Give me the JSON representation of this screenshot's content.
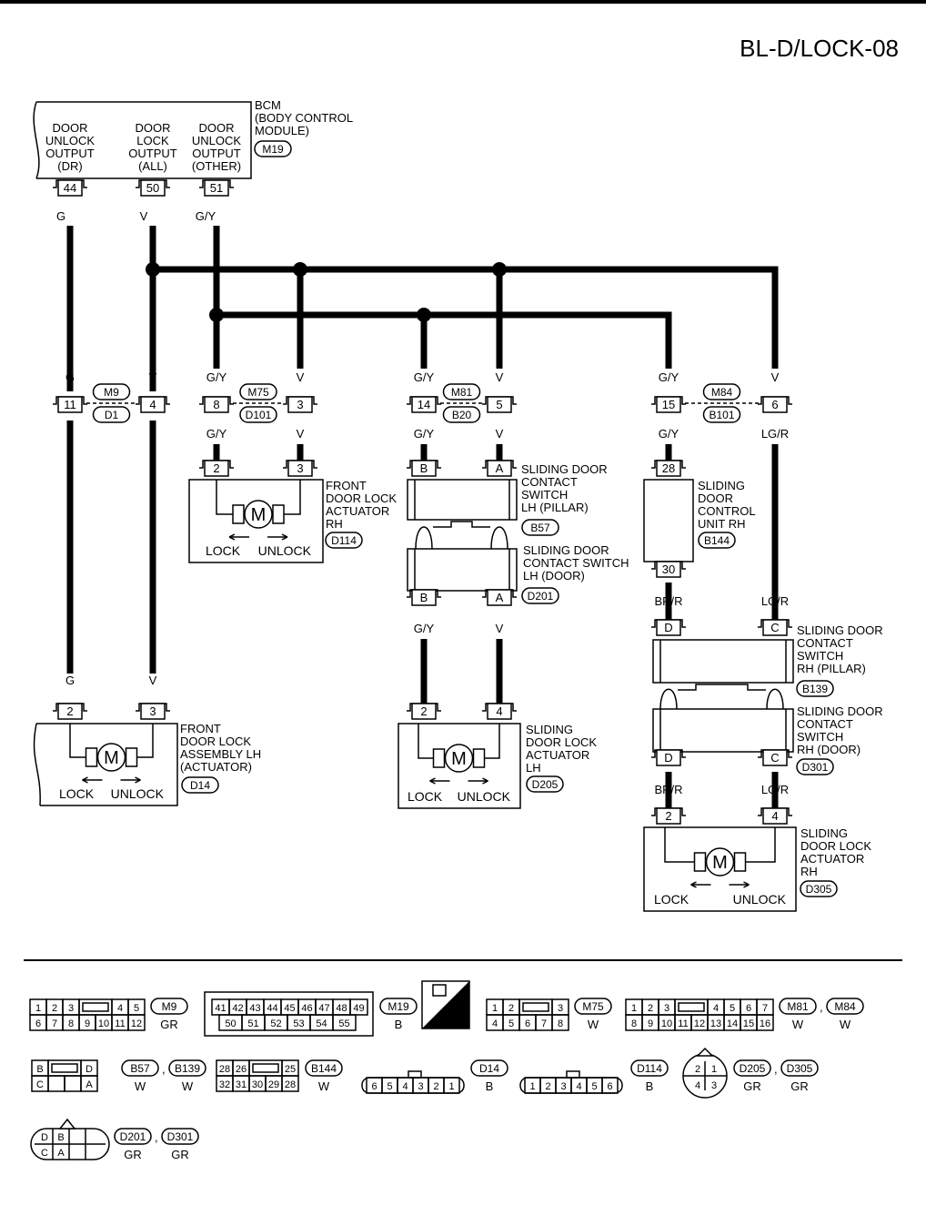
{
  "page": {
    "code": "BL-D/LOCK-08"
  },
  "bcm": {
    "title": [
      "BCM",
      "(BODY CONTROL",
      "MODULE)"
    ],
    "connector": "M19",
    "outputs": [
      {
        "lines": [
          "DOOR",
          "UNLOCK",
          "OUTPUT",
          "(DR)"
        ],
        "pin": "44",
        "color": "G"
      },
      {
        "lines": [
          "DOOR",
          "LOCK",
          "OUTPUT",
          "(ALL)"
        ],
        "pin": "50",
        "color": "V"
      },
      {
        "lines": [
          "DOOR",
          "UNLOCK",
          "OUTPUT",
          "(OTHER)"
        ],
        "pin": "51",
        "color": "G/Y"
      }
    ]
  },
  "joints": [
    {
      "top": "M9",
      "bottom": "D1",
      "pins": [
        "11",
        "4"
      ],
      "colors_in": [
        "G",
        "V"
      ]
    },
    {
      "top": "M75",
      "bottom": "D101",
      "pins": [
        "8",
        "3"
      ],
      "colors_in": [
        "G/Y",
        "V"
      ],
      "colors_out": [
        "G/Y",
        "V"
      ]
    },
    {
      "top": "M81",
      "bottom": "B20",
      "pins": [
        "14",
        "5"
      ],
      "colors_in": [
        "G/Y",
        "V"
      ],
      "colors_out": [
        "G/Y",
        "V"
      ]
    },
    {
      "top": "M84",
      "bottom": "B101",
      "pins": [
        "15",
        "6"
      ],
      "colors_in": [
        "G/Y",
        "V"
      ],
      "colors_out": [
        "G/Y",
        "LG/R"
      ]
    }
  ],
  "front_rh": {
    "pins": [
      "2",
      "3"
    ],
    "label": [
      "FRONT",
      "DOOR LOCK",
      "ACTUATOR",
      "RH"
    ],
    "connector": "D114",
    "lock": "LOCK",
    "unlock": "UNLOCK",
    "motor": "M"
  },
  "sw_lh_pillar": {
    "pins": [
      "B",
      "A"
    ],
    "label": [
      "SLIDING DOOR",
      "CONTACT",
      "SWITCH",
      "LH (PILLAR)"
    ],
    "connector": "B57"
  },
  "sw_lh_door": {
    "pins": [
      "B",
      "A"
    ],
    "label": [
      "SLIDING DOOR",
      "CONTACT SWITCH",
      "LH (DOOR)"
    ],
    "connector": "D201",
    "colors_out": [
      "G/Y",
      "V"
    ]
  },
  "ctrl_rh": {
    "pins": [
      "28",
      "30"
    ],
    "label": [
      "SLIDING",
      "DOOR",
      "CONTROL",
      "UNIT RH"
    ],
    "connector": "B144",
    "colors": [
      "BR/R",
      "LG/R"
    ]
  },
  "sw_rh_pillar": {
    "pins": [
      "D",
      "C"
    ],
    "label": [
      "SLIDING DOOR",
      "CONTACT",
      "SWITCH",
      "RH (PILLAR)"
    ],
    "connector": "B139"
  },
  "sw_rh_door": {
    "pins": [
      "D",
      "C"
    ],
    "label": [
      "SLIDING DOOR",
      "CONTACT",
      "SWITCH",
      "RH (DOOR)"
    ],
    "connector": "D301",
    "colors_out": [
      "BR/R",
      "LG/R"
    ]
  },
  "front_lh": {
    "pins": [
      "2",
      "3"
    ],
    "colors": [
      "G",
      "V"
    ],
    "label": [
      "FRONT",
      "DOOR LOCK",
      "ASSEMBLY LH",
      "(ACTUATOR)"
    ],
    "connector": "D14",
    "lock": "LOCK",
    "unlock": "UNLOCK",
    "motor": "M"
  },
  "slide_lh": {
    "pins": [
      "2",
      "4"
    ],
    "label": [
      "SLIDING",
      "DOOR LOCK",
      "ACTUATOR",
      "LH"
    ],
    "connector": "D205",
    "lock": "LOCK",
    "unlock": "UNLOCK",
    "motor": "M"
  },
  "slide_rh": {
    "pins": [
      "2",
      "4"
    ],
    "label": [
      "SLIDING",
      "DOOR LOCK",
      "ACTUATOR",
      "RH"
    ],
    "connector": "D305",
    "lock": "LOCK",
    "unlock": "UNLOCK",
    "motor": "M"
  },
  "legend": {
    "m9": {
      "row1": [
        "1",
        "2",
        "3",
        "",
        "4",
        "5"
      ],
      "row2": [
        "6",
        "7",
        "8",
        "9",
        "10",
        "11",
        "12"
      ],
      "ids": [
        "M9"
      ],
      "colors": [
        "GR"
      ]
    },
    "m19": {
      "row1": [
        "41",
        "42",
        "43",
        "44",
        "45",
        "46",
        "47",
        "48",
        "49"
      ],
      "row2": [
        "50",
        "51",
        "52",
        "53",
        "54",
        "55"
      ],
      "ids": [
        "M19"
      ],
      "colors": [
        "B"
      ],
      "hs": "H.S."
    },
    "m75": {
      "row1": [
        "1",
        "2",
        "",
        "3"
      ],
      "row2": [
        "4",
        "5",
        "6",
        "7",
        "8"
      ],
      "ids": [
        "M75"
      ],
      "colors": [
        "W"
      ]
    },
    "m81": {
      "row1": [
        "1",
        "2",
        "3",
        "",
        "4",
        "5",
        "6",
        "7"
      ],
      "row2": [
        "8",
        "9",
        "10",
        "11",
        "12",
        "13",
        "14",
        "15",
        "16"
      ],
      "ids": [
        "M81",
        "M84"
      ],
      "colors": [
        "W",
        "W"
      ]
    },
    "b57": {
      "row1": [
        "B",
        "",
        "D"
      ],
      "row2": [
        "C",
        "",
        "",
        "A"
      ],
      "ids": [
        "B57",
        "B139"
      ],
      "colors": [
        "W",
        "W"
      ]
    },
    "b144": {
      "row1": [
        "28",
        "26",
        "",
        "25"
      ],
      "row2": [
        "32",
        "31",
        "30",
        "29",
        "28"
      ],
      "ids": [
        "B144"
      ],
      "colors": [
        "W"
      ]
    },
    "d14": {
      "row": [
        "6",
        "5",
        "4",
        "3",
        "2",
        "1"
      ],
      "ids": [
        "D14"
      ],
      "colors": [
        "B"
      ]
    },
    "d114": {
      "row": [
        "1",
        "2",
        "3",
        "4",
        "5",
        "6"
      ],
      "ids": [
        "D114"
      ],
      "colors": [
        "B"
      ]
    },
    "d205": {
      "top": [
        "2",
        "1"
      ],
      "bottom": [
        "4",
        "3"
      ],
      "ids": [
        "D205",
        "D305"
      ],
      "colors": [
        "GR",
        "GR"
      ]
    },
    "d201": {
      "top": [
        "D",
        "B"
      ],
      "bottom": [
        "C",
        "A"
      ],
      "ids": [
        "D201",
        "D301"
      ],
      "colors": [
        "GR",
        "GR"
      ]
    }
  }
}
